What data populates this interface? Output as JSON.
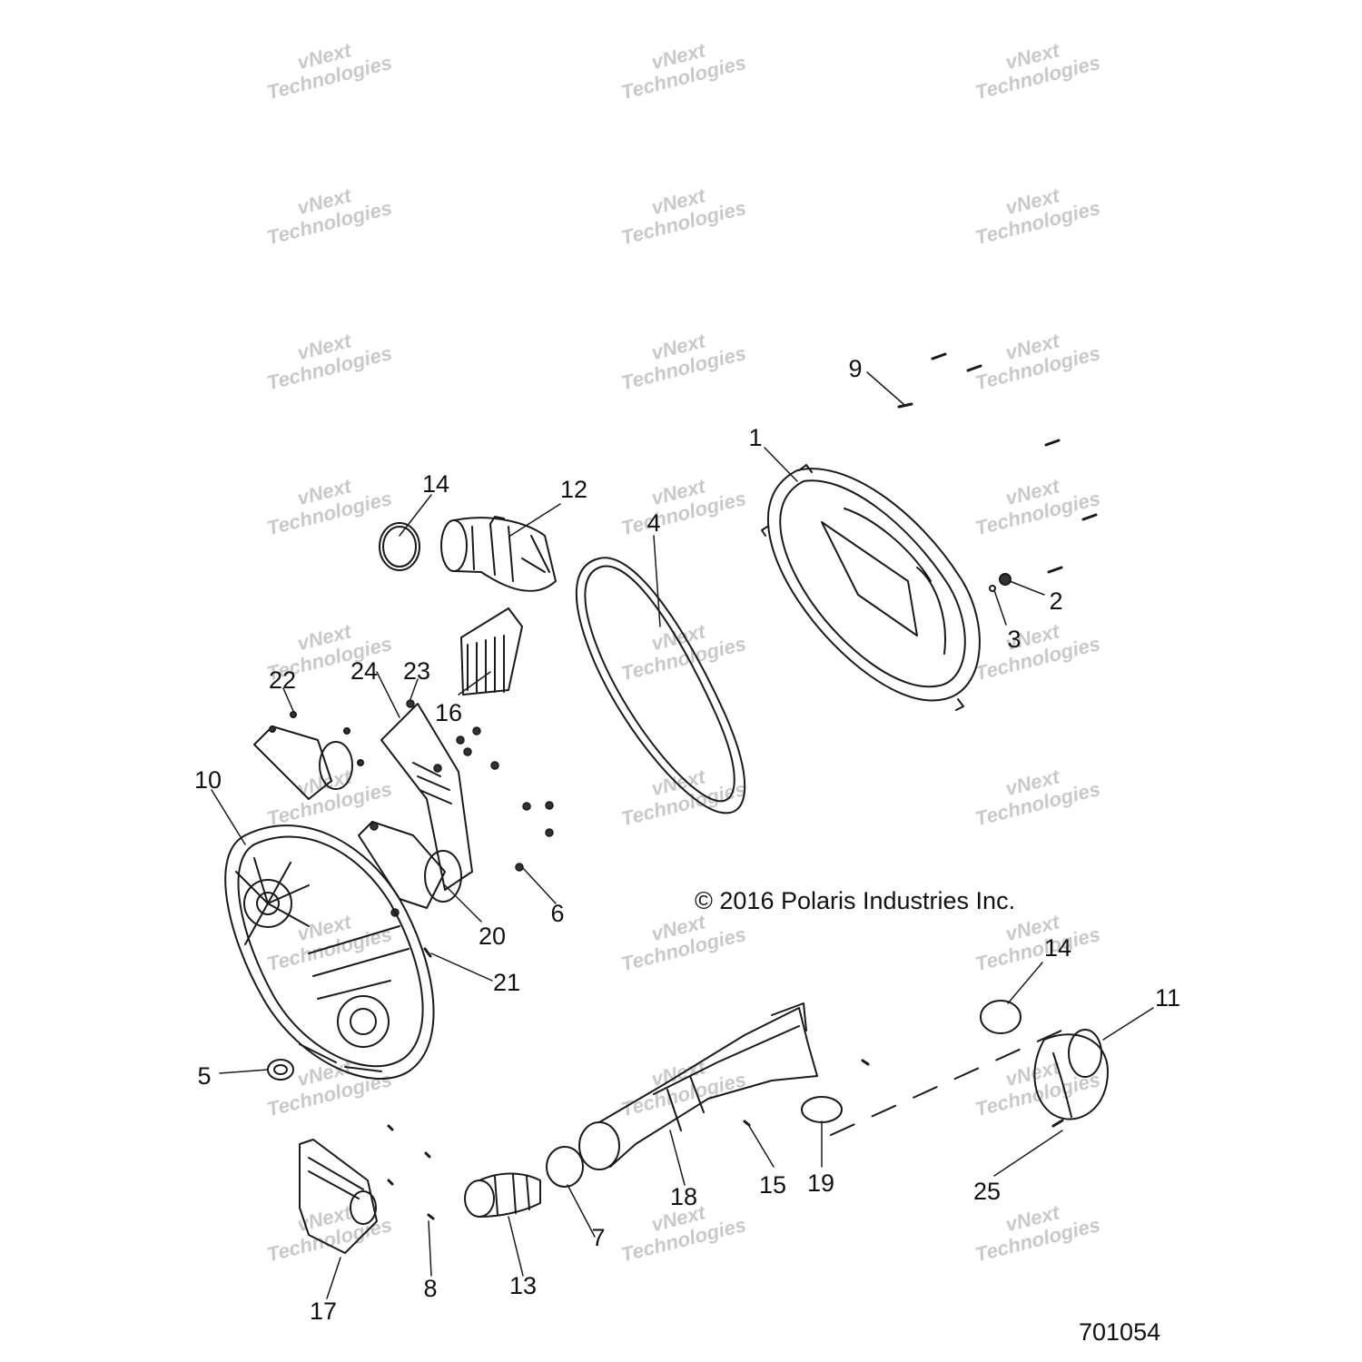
{
  "watermark": {
    "line1": "vNext",
    "line2": "Technologies"
  },
  "copyright": "© 2016 Polaris Industries Inc.",
  "figure_id": "701054",
  "callouts": [
    {
      "id": "c1",
      "text": "1"
    },
    {
      "id": "c2",
      "text": "2"
    },
    {
      "id": "c3",
      "text": "3"
    },
    {
      "id": "c4",
      "text": "4"
    },
    {
      "id": "c5",
      "text": "5"
    },
    {
      "id": "c6",
      "text": "6"
    },
    {
      "id": "c7",
      "text": "7"
    },
    {
      "id": "c8",
      "text": "8"
    },
    {
      "id": "c9",
      "text": "9"
    },
    {
      "id": "c10",
      "text": "10"
    },
    {
      "id": "c11",
      "text": "11"
    },
    {
      "id": "c12",
      "text": "12"
    },
    {
      "id": "c13",
      "text": "13"
    },
    {
      "id": "c14a",
      "text": "14"
    },
    {
      "id": "c14b",
      "text": "14"
    },
    {
      "id": "c15",
      "text": "15"
    },
    {
      "id": "c16",
      "text": "16"
    },
    {
      "id": "c17",
      "text": "17"
    },
    {
      "id": "c18",
      "text": "18"
    },
    {
      "id": "c19",
      "text": "19"
    },
    {
      "id": "c20",
      "text": "20"
    },
    {
      "id": "c21",
      "text": "21"
    },
    {
      "id": "c22",
      "text": "22"
    },
    {
      "id": "c23",
      "text": "23"
    },
    {
      "id": "c24",
      "text": "24"
    },
    {
      "id": "c25",
      "text": "25"
    }
  ]
}
